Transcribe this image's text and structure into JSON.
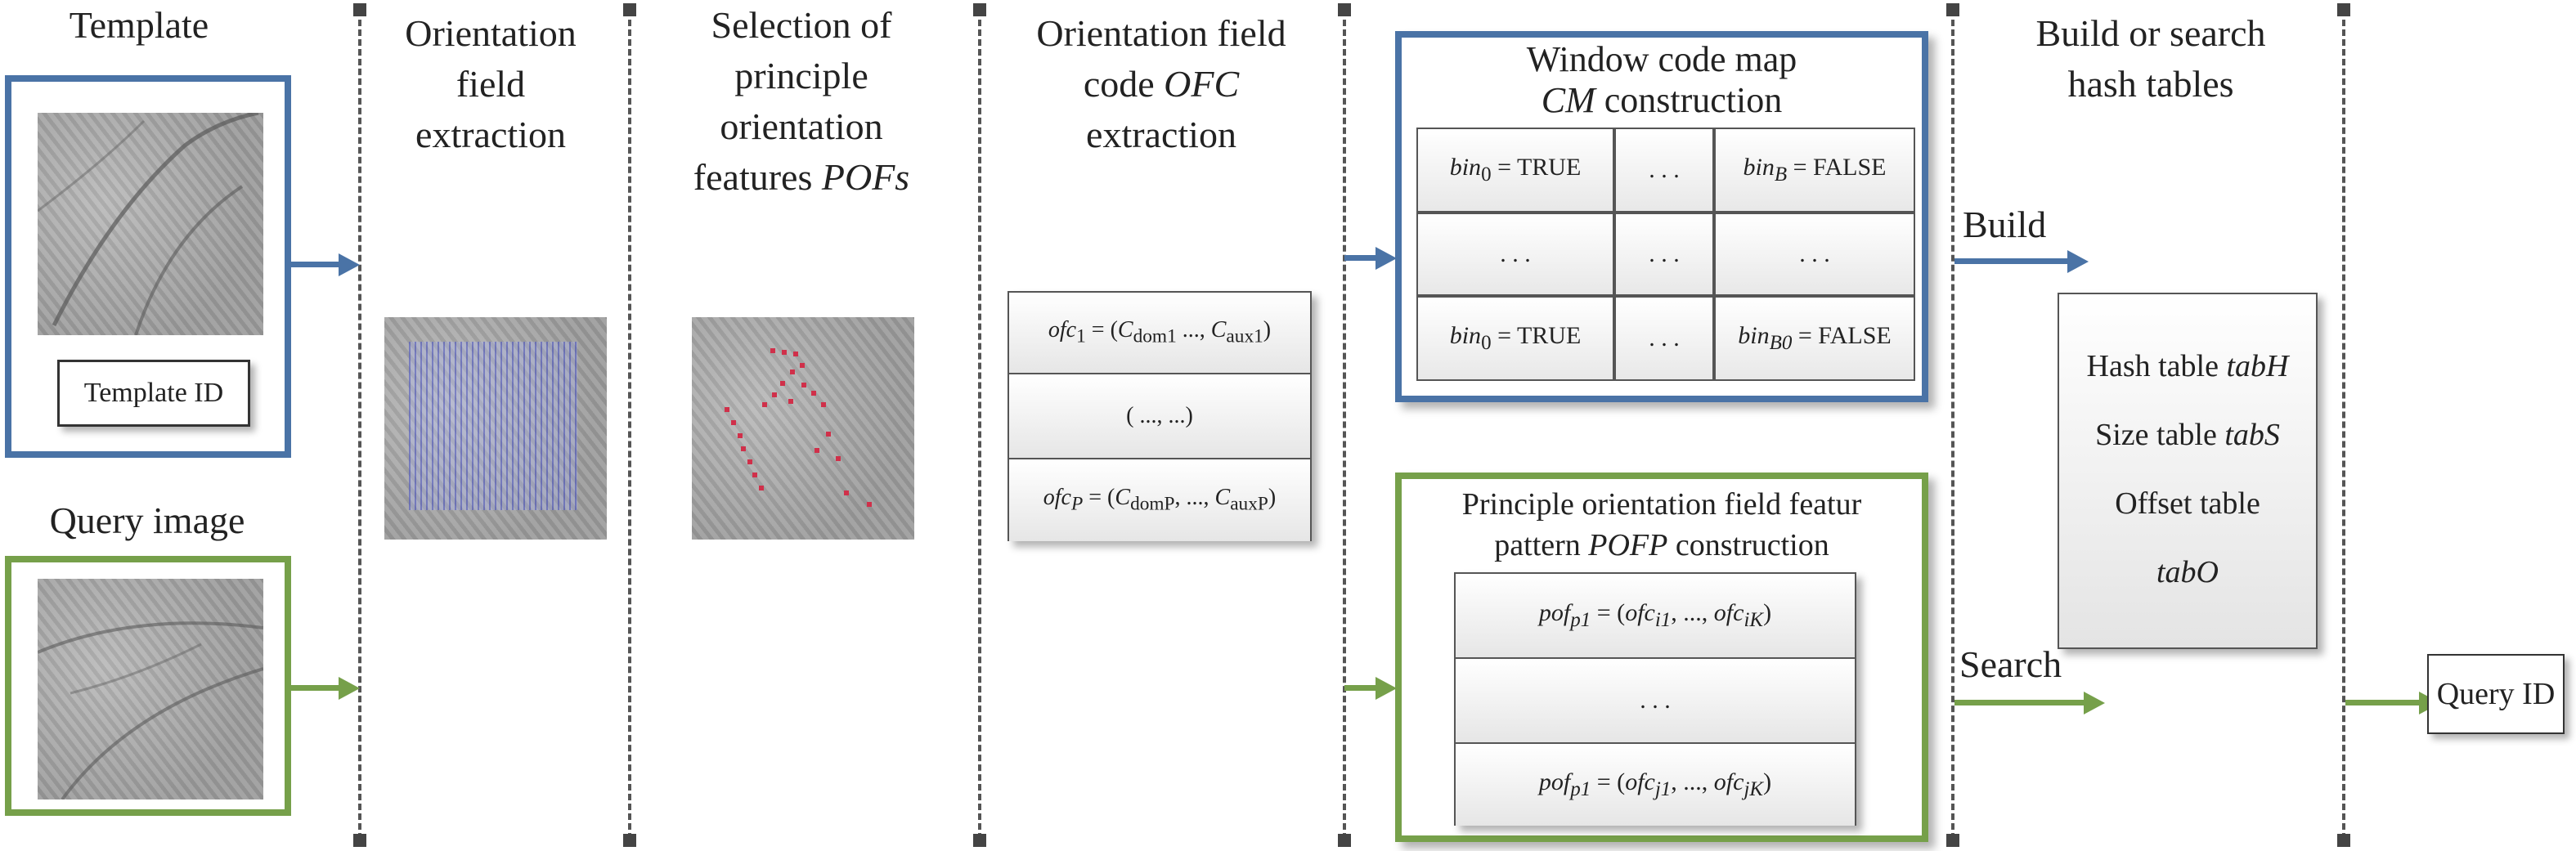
{
  "colors": {
    "blue": "#4a73a6",
    "green": "#76a04a",
    "divider": "#555555"
  },
  "columns": {
    "template_title": "Template",
    "query_title": "Query image",
    "col1_title": [
      "Orientation",
      "field",
      "extraction"
    ],
    "col2_title": [
      "Selection of",
      "principle",
      "orientation"
    ],
    "col2_title_last_plain": "features ",
    "col2_title_last_italic": "POFs",
    "col3_title_line1": "Orientation field",
    "col3_title_line2_plain": "code ",
    "col3_title_line2_italic": "OFC",
    "col3_title_line3": "extraction",
    "col5_title": [
      "Build or search",
      "hash tables"
    ]
  },
  "template_id_label": "Template ID",
  "query_id_label": "Query ID",
  "ofc": {
    "row1": "ofc₁ = (C_dom1 ..., C_aux1)",
    "row1_parts": [
      "ofc",
      "1",
      " = (",
      "C",
      "dom1",
      " ..., ",
      "C",
      "aux1",
      ")"
    ],
    "row2": "( ...,  ...)",
    "row3_parts": [
      "ofc",
      "P",
      " = (",
      "C",
      "domP",
      ", ..., ",
      "C",
      "auxP",
      ")"
    ]
  },
  "window_map": {
    "title_line1": "Window code map",
    "title_line2_italic": "CM",
    "title_line2_plain": " construction",
    "cells": {
      "r1c1": {
        "var": "bin",
        "sub": "0",
        "rest": " = TRUE"
      },
      "r1c2": ". . .",
      "r1c3": {
        "var": "bin",
        "sub": "B",
        "rest": " = FALSE"
      },
      "r2c1": ". . .",
      "r2c2": ". . .",
      "r2c3": ". . .",
      "r3c1": {
        "var": "bin",
        "sub": "0",
        "rest": " = TRUE"
      },
      "r3c2": ". . .",
      "r3c3": {
        "var": "bin",
        "sub": "B0",
        "rest": " = FALSE"
      }
    }
  },
  "pofp": {
    "title_line1": "Principle orientation field featur",
    "title_line2_plain": "pattern ",
    "title_line2_italic": "POFP",
    "title_line2_end": " construction",
    "row1": {
      "var": "pof",
      "sub": "p1",
      "mid": " = (",
      "v2": "ofc",
      "s2": "i1",
      "sep": ", ..., ",
      "v3": "ofc",
      "s3": "iK",
      "end": ")"
    },
    "row2": ". . .",
    "row3": {
      "var": "pof",
      "sub": "p1",
      "mid": " = (",
      "v2": "ofc",
      "s2": "j1",
      "sep": ", ..., ",
      "v3": "ofc",
      "s3": "jK",
      "end": ")"
    }
  },
  "hash": {
    "line1_plain": "Hash table ",
    "line1_italic": "tabH",
    "line2_plain": "Size table ",
    "line2_italic": "tabS",
    "line3": "Offset table",
    "line4_italic": "tabO"
  },
  "arrows": {
    "build": "Build",
    "search": "Search"
  }
}
